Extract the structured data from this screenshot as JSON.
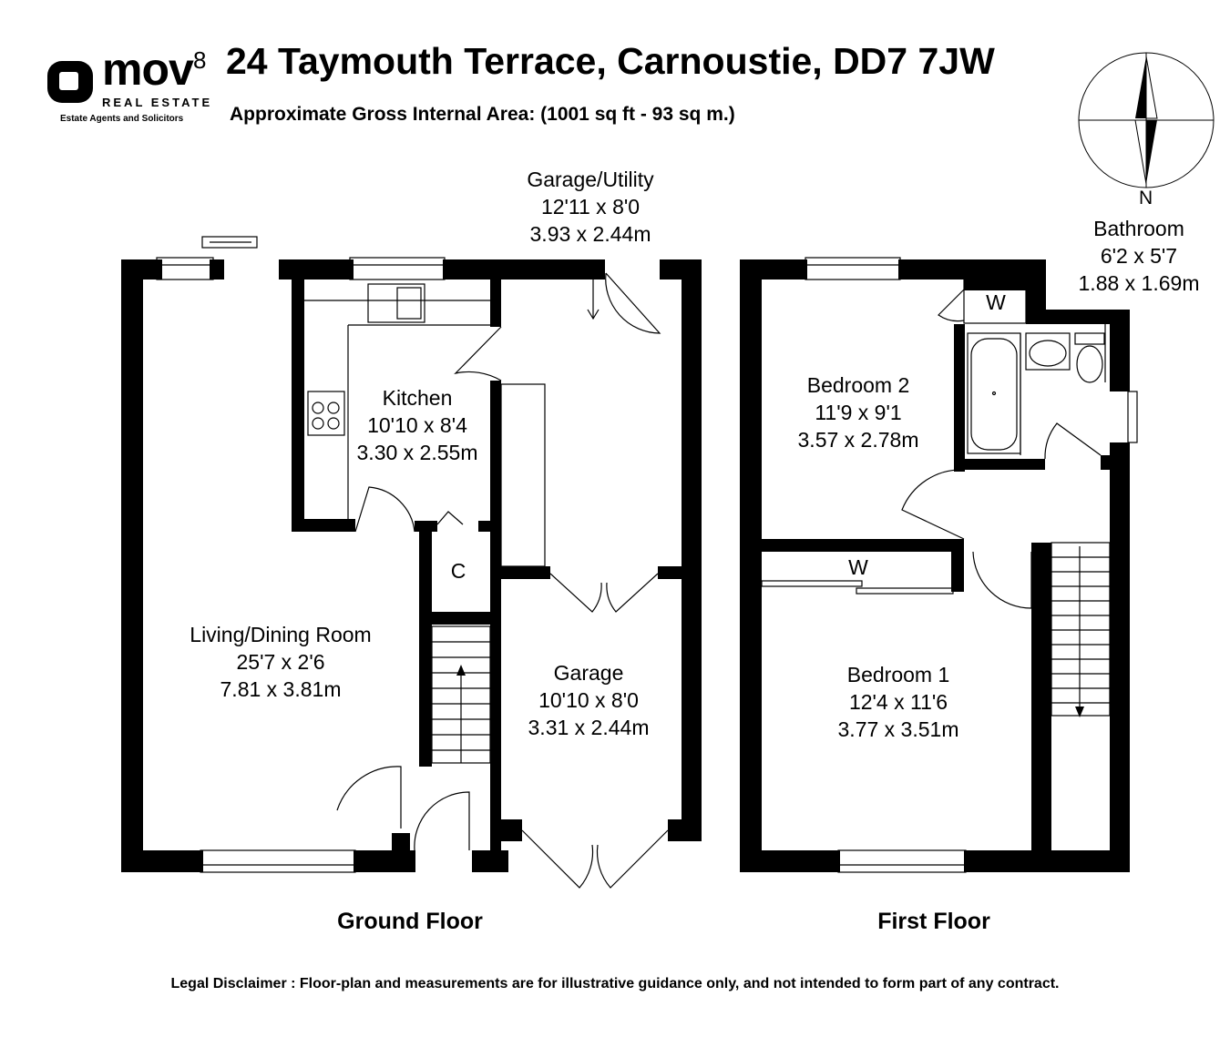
{
  "header": {
    "title": "24 Taymouth Terrace, Carnoustie, DD7 7JW",
    "subtitle": "Approximate Gross Internal Area: (1001 sq ft - 93 sq m.)"
  },
  "logo": {
    "word": "mov",
    "superscript": "8",
    "line1": "REAL ESTATE",
    "line2": "Estate Agents and Solicitors"
  },
  "compass": {
    "north_label": "N"
  },
  "rooms": {
    "garage_utility": {
      "name": "Garage/Utility",
      "imperial": "12'11 x 8'0",
      "metric": "3.93 x 2.44m"
    },
    "kitchen": {
      "name": "Kitchen",
      "imperial": "10'10 x 8'4",
      "metric": "3.30 x 2.55m"
    },
    "living": {
      "name": "Living/Dining Room",
      "imperial": "25'7 x 2'6",
      "metric": "7.81 x 3.81m"
    },
    "garage": {
      "name": "Garage",
      "imperial": "10'10 x 8'0",
      "metric": "3.31 x 2.44m"
    },
    "cupboard": {
      "name": "C"
    },
    "bedroom2": {
      "name": "Bedroom 2",
      "imperial": "11'9 x 9'1",
      "metric": "3.57 x 2.78m"
    },
    "bathroom": {
      "name": "Bathroom",
      "imperial": "6'2 x 5'7",
      "metric": "1.88 x 1.69m"
    },
    "bedroom1": {
      "name": "Bedroom 1",
      "imperial": "12'4 x 11'6",
      "metric": "3.77 x 3.51m"
    },
    "wardrobe_top": {
      "name": "W"
    },
    "wardrobe_mid": {
      "name": "W"
    }
  },
  "floors": {
    "ground": "Ground Floor",
    "first": "First Floor"
  },
  "footer": {
    "disclaimer": "Legal Disclaimer : Floor-plan and measurements are for illustrative guidance only, and not intended to form part of any contract."
  }
}
